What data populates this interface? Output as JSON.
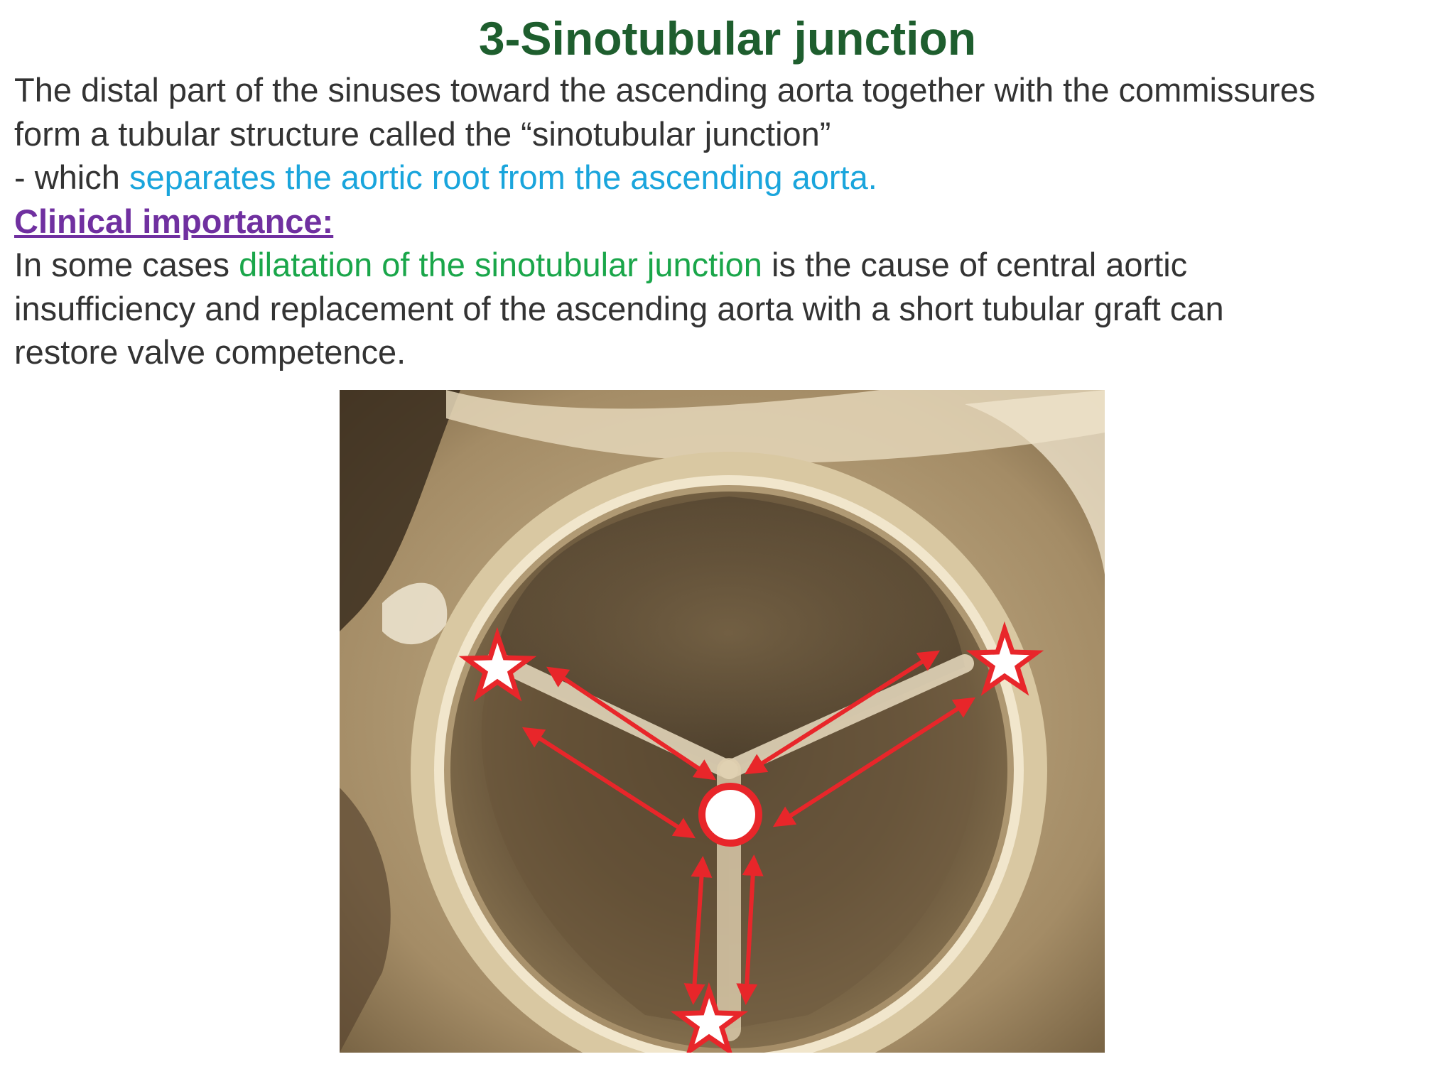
{
  "slide": {
    "title": "3-Sinotubular junction",
    "paragraph1": {
      "line1": "The distal part of the sinuses toward the ascending aorta together with the commissures",
      "line2": "form a tubular structure called the “sinotubular junction”",
      "line3_prefix": "- which ",
      "line3_highlight": "separates the aortic root from the ascending aorta."
    },
    "clinical_heading": "Clinical importance:",
    "paragraph2": {
      "line1_prefix": "In some cases ",
      "line1_highlight": "dilatation of the sinotubular junction",
      "line1_suffix": " is the cause of central aortic",
      "line2": "insufficiency and replacement of the ascending aorta with a short tubular graft can",
      "line3": "restore valve competence."
    },
    "colors": {
      "title": "#1e5e2e",
      "body_text": "#333333",
      "blue_highlight": "#1aa5dc",
      "green_highlight": "#1aa64a",
      "clinical_heading": "#7030a0",
      "annotation_red": "#e8262a"
    },
    "figure": {
      "icons": [
        "star-marker",
        "center-circle-marker",
        "double-headed-arrow"
      ]
    }
  }
}
